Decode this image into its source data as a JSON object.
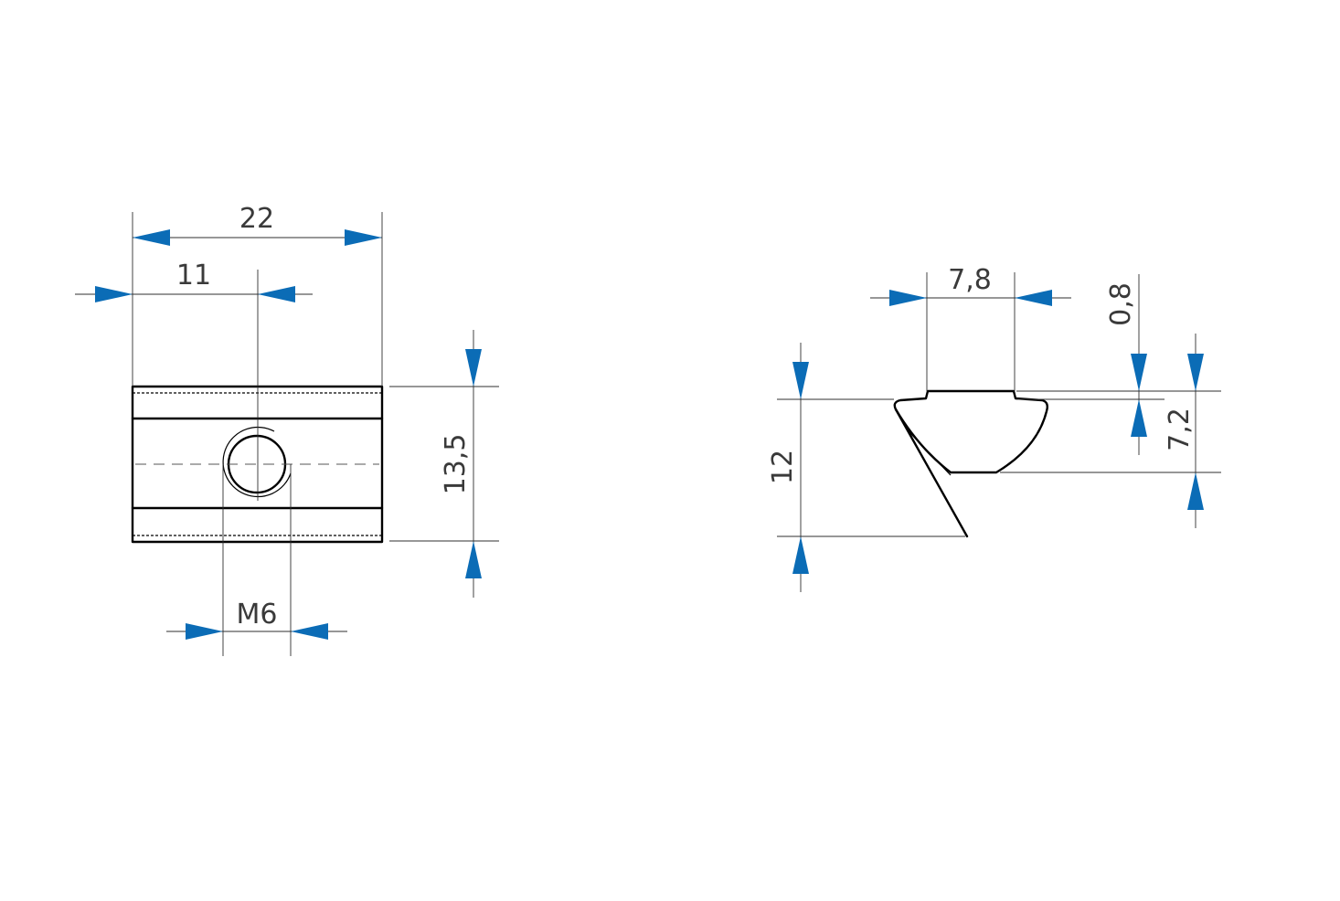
{
  "colors": {
    "arrow": "#0b6cb6",
    "line": "#2f2f2f",
    "part": "#000000",
    "background": "#ffffff"
  },
  "front_view": {
    "dim_width": "22",
    "dim_center": "11",
    "dim_height": "13,5",
    "dim_thread": "M6"
  },
  "side_view": {
    "dim_top_width": "7,8",
    "dim_step": "0,8",
    "dim_body_height": "7,2",
    "dim_total_height": "12"
  }
}
